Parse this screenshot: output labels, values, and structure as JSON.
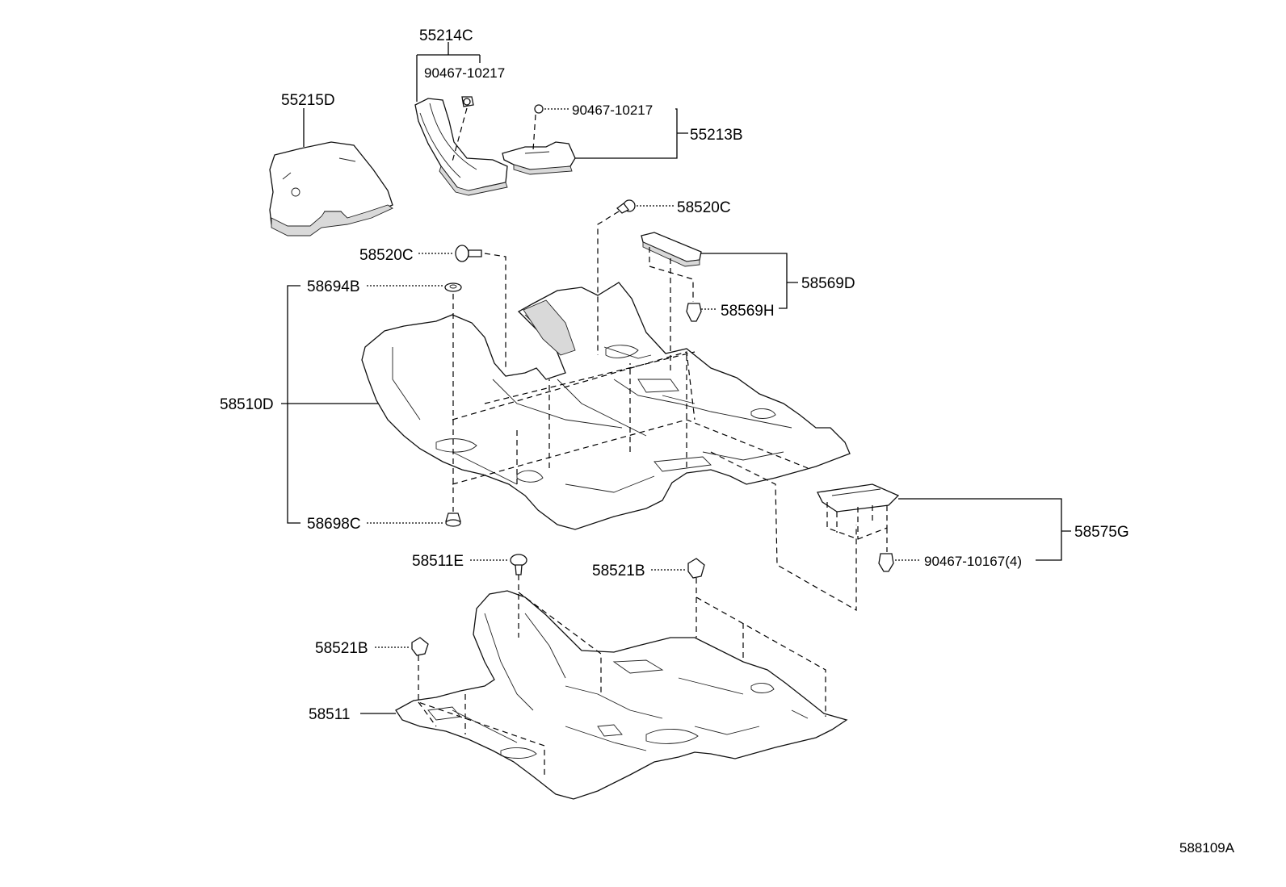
{
  "diagram_id": "588109A",
  "labels": {
    "p55214C": "55214C",
    "p90467_10217_a": "90467-10217",
    "p55215D": "55215D",
    "p90467_10217_b": "90467-10217",
    "p55213B": "55213B",
    "p58520C_a": "58520C",
    "p58520C_b": "58520C",
    "p58569D": "58569D",
    "p58569H": "58569H",
    "p58694B": "58694B",
    "p58510D": "58510D",
    "p58698C": "58698C",
    "p58575G": "58575G",
    "p90467_10167": "90467-10167(4)",
    "p58511E": "58511E",
    "p58521B_a": "58521B",
    "p58521B_b": "58521B",
    "p58511": "58511"
  }
}
